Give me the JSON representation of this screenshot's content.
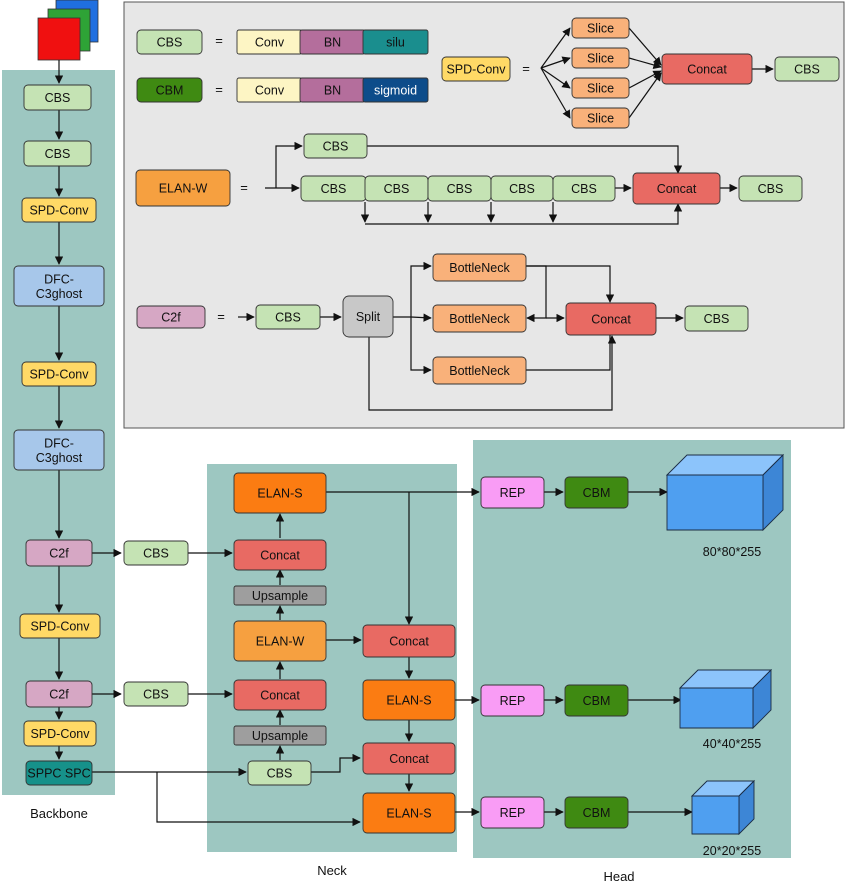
{
  "colors": {
    "panel_green": "#9dc7c1",
    "legend_bg": "#e7e7e7",
    "cbs": "#c5e3b4",
    "cbm": "#3f8a12",
    "conv": "#fdf5c4",
    "bn": "#b46e9c",
    "silu": "#1a8e8e",
    "sigmoid": "#0d4c8a",
    "spd": "#ffd966",
    "slice": "#f9b17a",
    "concat": "#e86a63",
    "elan_w": "#f6a040",
    "elan_s": "#fb7c12",
    "c2f": "#d6a7c4",
    "split": "#c8c8c8",
    "dfc": "#a7c7ea",
    "upsample": "#9e9e9e",
    "sppc": "#16918a",
    "rep": "#f99cf5",
    "cube": "#4f9ff0"
  },
  "legend": {
    "cbs": {
      "label": "CBS",
      "eq": "=",
      "parts": [
        "Conv",
        "BN",
        "silu"
      ]
    },
    "cbm": {
      "label": "CBM",
      "eq": "=",
      "parts": [
        "Conv",
        "BN",
        "sigmoid"
      ]
    },
    "spd": {
      "label": "SPD-Conv",
      "eq": "=",
      "slices": [
        "Slice",
        "Slice",
        "Slice",
        "Slice"
      ],
      "concat": "Concat",
      "out": "CBS"
    },
    "elan_w": {
      "label": "ELAN-W",
      "eq": "=",
      "top": "CBS",
      "chain": [
        "CBS",
        "CBS",
        "CBS",
        "CBS",
        "CBS"
      ],
      "concat": "Concat",
      "out": "CBS"
    },
    "c2f": {
      "label": "C2f",
      "eq": "=",
      "in": "CBS",
      "split": "Split",
      "bottlenecks": [
        "BottleNeck",
        "BottleNeck",
        "BottleNeck"
      ],
      "concat": "Concat",
      "out": "CBS"
    }
  },
  "backbone": {
    "title": "Backbone",
    "blocks": [
      "CBS",
      "CBS",
      "SPD-Conv",
      "DFC-C3ghost",
      "SPD-Conv",
      "DFC-C3ghost",
      "C2f",
      "SPD-Conv",
      "C2f",
      "SPD-Conv",
      "SPPC SPC"
    ]
  },
  "side": {
    "cbs1": "CBS",
    "cbs2": "CBS"
  },
  "neck": {
    "title": "Neck",
    "left": [
      "ELAN-S",
      "Concat",
      "Upsample",
      "ELAN-W",
      "Concat",
      "Upsample",
      "CBS"
    ],
    "right": [
      "Concat",
      "ELAN-S",
      "Concat",
      "ELAN-S"
    ]
  },
  "head": {
    "title": "Head",
    "rep": "REP",
    "cbm": "CBM",
    "outputs": [
      "80*80*255",
      "40*40*255",
      "20*20*255"
    ]
  }
}
